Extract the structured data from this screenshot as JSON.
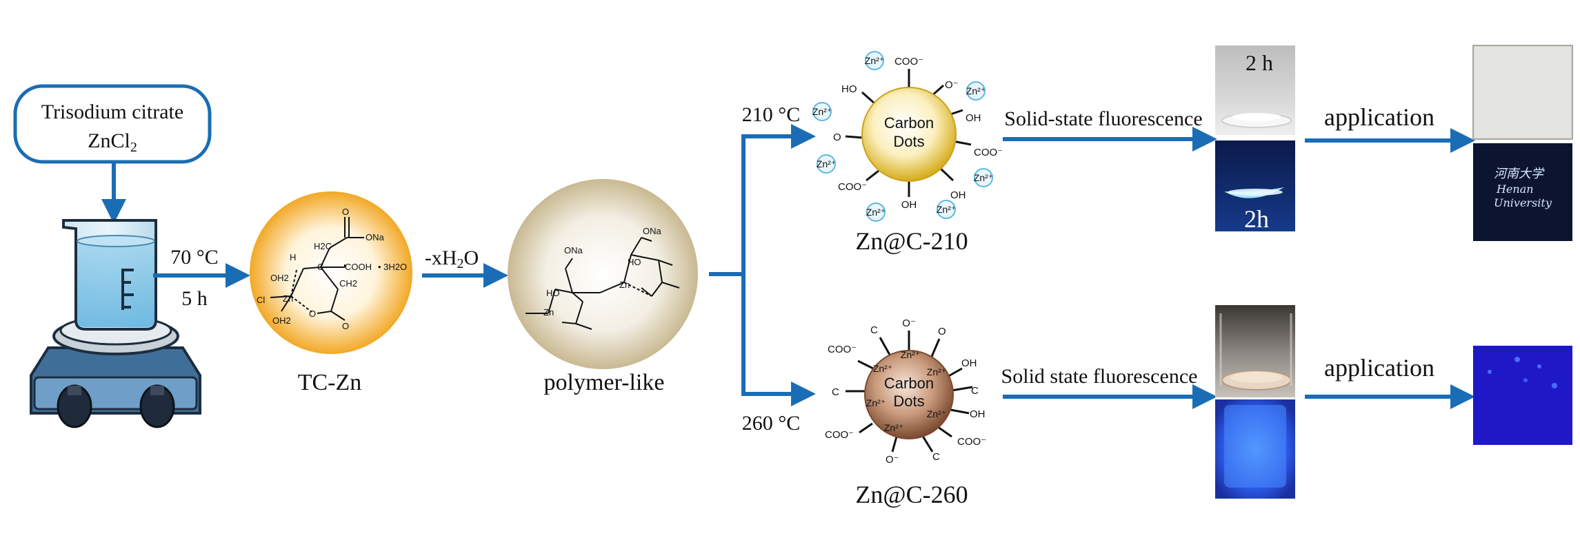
{
  "reactants": {
    "line1": "Trisodium citrate",
    "line2": "ZnCl",
    "line2_sub": "2"
  },
  "step1": {
    "temperature": "70 °C",
    "time": "5 h"
  },
  "tc_zn": {
    "label": "TC-Zn",
    "groups": [
      "O",
      "ONa",
      "H2C",
      "H",
      "C",
      "COOH",
      "3H2O",
      "OH2",
      "Cl",
      "Zn",
      "CH2",
      "O",
      "O"
    ]
  },
  "step2": {
    "label": "-xH",
    "label_sub": "2",
    "label_end": "O"
  },
  "polymer": {
    "label": "polymer-like"
  },
  "branch_top": {
    "temperature": "210 °C"
  },
  "branch_bottom": {
    "temperature": "260 °C"
  },
  "cd210": {
    "core_line1": "Carbon",
    "core_line2": "Dots",
    "label": "Zn@C-210",
    "groups": [
      "COO⁻",
      "O⁻",
      "OH",
      "COO⁻",
      "OH",
      "OH",
      "COO⁻",
      "O",
      "HO"
    ],
    "ion": "Zn²⁺"
  },
  "cd260": {
    "core_line1": "Carbon",
    "core_line2": "Dots",
    "label": "Zn@C-260",
    "groups": [
      "O⁻",
      "O",
      "OH",
      "C",
      "OH",
      "COO⁻",
      "C",
      "O⁻",
      "COO⁻",
      "C",
      "COO⁻",
      "C"
    ],
    "ion": "Zn²⁺"
  },
  "fluor_top": {
    "label": "Solid-state fluorescence",
    "photo_label_top": "2 h",
    "photo_label_bottom": "2h"
  },
  "fluor_bottom": {
    "label": "Solid state fluorescence"
  },
  "app_top": {
    "label": "application",
    "handwriting": [
      "河南大学",
      "Henan",
      "University"
    ]
  },
  "app_bottom": {
    "label": "application"
  },
  "colors": {
    "arrow": "#1a6db5",
    "cd210_core": "#e9c43a",
    "cd260_core": "#9c6b4e",
    "tczn": "#f2b13a"
  }
}
